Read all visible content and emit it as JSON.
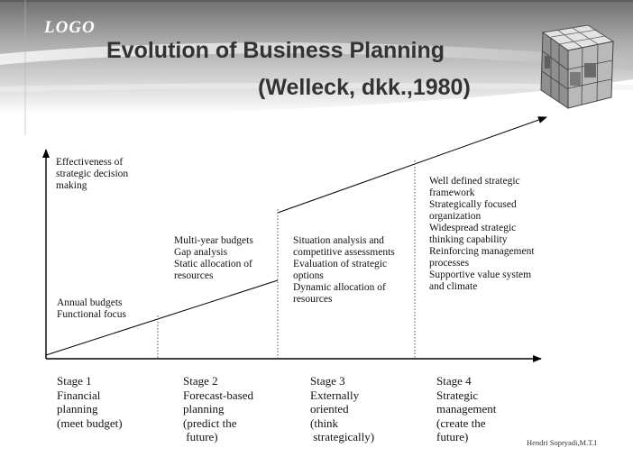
{
  "header": {
    "logo": "LOGO",
    "title_line1": "Evolution of Business Planning",
    "title_line2": "(Welleck, dkk.,1980)"
  },
  "y_axis_label": [
    "Effectiveness of",
    "strategic decision",
    "making"
  ],
  "column_texts": [
    [
      "Annual budgets",
      "Functional focus"
    ],
    [
      "Multi-year budgets",
      "Gap analysis",
      "Static allocation of",
      "resources"
    ],
    [
      "Situation analysis and",
      "competitive assessments",
      "Evaluation of strategic",
      "options",
      "Dynamic allocation of",
      "resources"
    ],
    [
      "Well defined strategic",
      "framework",
      "Strategically focused",
      "organization",
      "Widespread strategic",
      "thinking capability",
      "Reinforcing management",
      "processes",
      "Supportive value system",
      "and climate"
    ]
  ],
  "stages": [
    [
      "Stage 1",
      "Financial",
      "planning",
      "(meet budget)"
    ],
    [
      "Stage 2",
      "Forecast-based",
      "planning",
      "(predict the",
      " future)"
    ],
    [
      "Stage 3",
      "Externally",
      "oriented",
      "(think",
      " strategically)"
    ],
    [
      "Stage 4",
      "Strategic",
      "management",
      "(create the",
      "future)"
    ]
  ],
  "credit": "Hendri Sopryadi,M.T.I",
  "icons": [
    "cube-logo-icon",
    "y-axis-arrow-icon",
    "x-axis-arrow-icon",
    "trend-arrow-icon"
  ],
  "colors": {
    "header_top": "#7e7e7e",
    "header_band": "#c9c9c9",
    "title_text": "#333333",
    "body_text": "#111111"
  }
}
